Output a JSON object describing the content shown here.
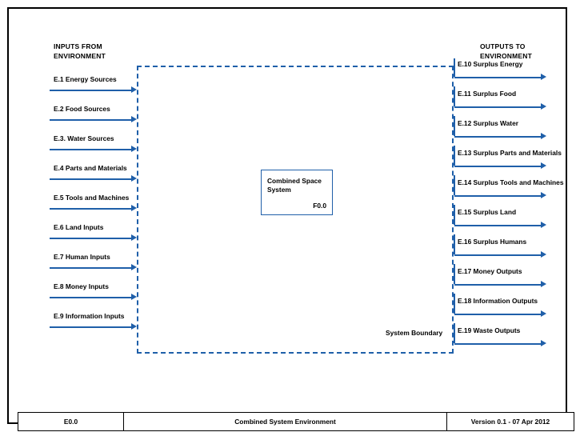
{
  "diagram": {
    "type": "context-diagram",
    "headings": {
      "inputs": "INPUTS FROM\nENVIRONMENT",
      "outputs": "OUTPUTS TO\nENVIRONMENT"
    },
    "system_box": {
      "title": "Combined Space System",
      "code": "F0.0"
    },
    "boundary_caption": "System Boundary",
    "accent_color": "#1F5FA9",
    "frame_color": "#000000",
    "background_color": "#FFFFFF",
    "inputs": [
      {
        "id": "E.1",
        "label": "E.1 Energy Sources"
      },
      {
        "id": "E.2",
        "label": "E.2 Food Sources"
      },
      {
        "id": "E.3",
        "label": "E.3. Water Sources"
      },
      {
        "id": "E.4",
        "label": "E.4 Parts and Materials"
      },
      {
        "id": "E.5",
        "label": "E.5 Tools and Machines"
      },
      {
        "id": "E.6",
        "label": "E.6 Land Inputs"
      },
      {
        "id": "E.7",
        "label": "E.7 Human Inputs"
      },
      {
        "id": "E.8",
        "label": "E.8 Money Inputs"
      },
      {
        "id": "E.9",
        "label": "E.9 Information Inputs"
      }
    ],
    "outputs": [
      {
        "id": "E.10",
        "label": "E.10 Surplus Energy"
      },
      {
        "id": "E.11",
        "label": "E.11 Surplus Food"
      },
      {
        "id": "E.12",
        "label": "E.12 Surplus Water"
      },
      {
        "id": "E.13",
        "label": "E.13 Surplus Parts and Materials"
      },
      {
        "id": "E.14",
        "label": "E.14 Surplus Tools and Machines"
      },
      {
        "id": "E.15",
        "label": "E.15 Surplus Land"
      },
      {
        "id": "E.16",
        "label": "E.16 Surplus Humans"
      },
      {
        "id": "E.17",
        "label": "E.17 Money Outputs"
      },
      {
        "id": "E.18",
        "label": "E.18 Information Outputs"
      },
      {
        "id": "E.19",
        "label": "E.19 Waste Outputs"
      }
    ],
    "footer": {
      "code": "E0.0",
      "title": "Combined System Environment",
      "version": "Version 0.1 - 07 Apr 2012"
    }
  }
}
